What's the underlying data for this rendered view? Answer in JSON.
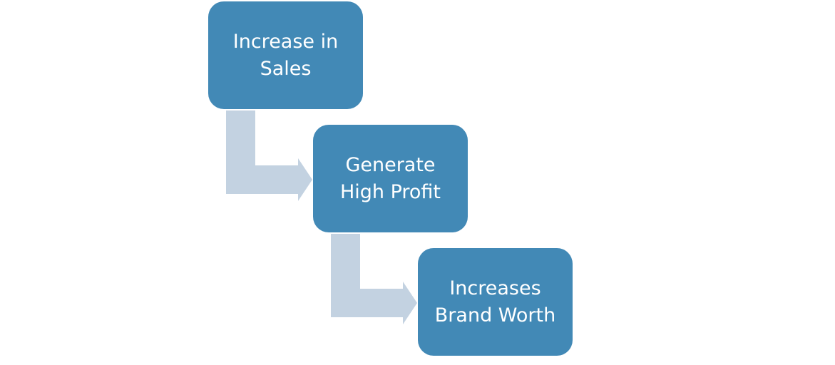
{
  "diagram": {
    "type": "process-flow",
    "colors": {
      "box_fill": "#4289b6",
      "box_text": "#ffffff",
      "arrow_fill": "#c3d2e1",
      "background": "#ffffff"
    },
    "steps": [
      {
        "line1": "Increase in",
        "line2": "Sales"
      },
      {
        "line1": "Generate",
        "line2": "High Profit"
      },
      {
        "line1": "Increases",
        "line2": "Brand Worth"
      }
    ],
    "connectors": [
      {
        "from": 0,
        "to": 1,
        "shape": "bent-arrow"
      },
      {
        "from": 1,
        "to": 2,
        "shape": "bent-arrow"
      }
    ]
  }
}
